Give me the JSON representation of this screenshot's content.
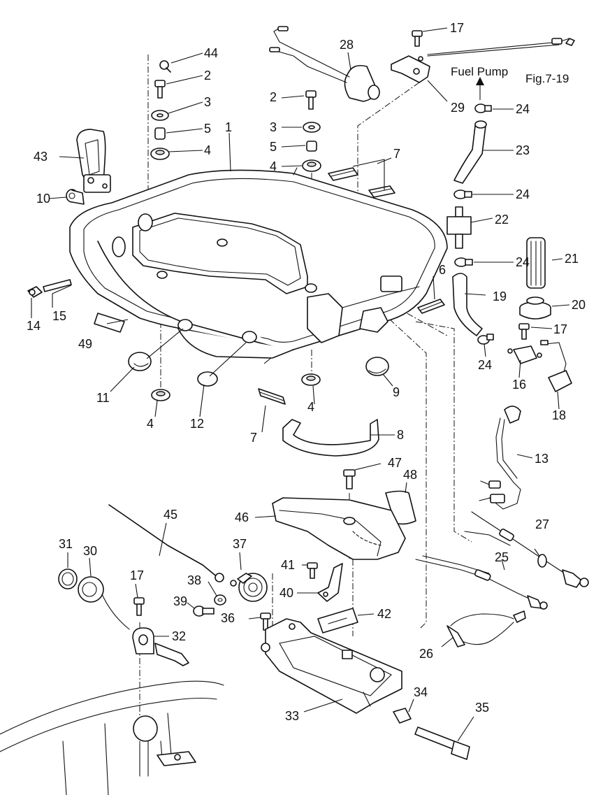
{
  "notes": {
    "fuel_pump": "Fuel Pump",
    "fig_ref": "Fig.7-19"
  },
  "callouts": [
    {
      "id": "c1",
      "text": "1"
    },
    {
      "id": "c2a",
      "text": "2"
    },
    {
      "id": "c2b",
      "text": "2"
    },
    {
      "id": "c3a",
      "text": "3"
    },
    {
      "id": "c3b",
      "text": "3"
    },
    {
      "id": "c4a",
      "text": "4"
    },
    {
      "id": "c4b",
      "text": "4"
    },
    {
      "id": "c4c",
      "text": "4"
    },
    {
      "id": "c4d",
      "text": "4"
    },
    {
      "id": "c5a",
      "text": "5"
    },
    {
      "id": "c5b",
      "text": "5"
    },
    {
      "id": "c6",
      "text": "6"
    },
    {
      "id": "c7a",
      "text": "7"
    },
    {
      "id": "c7b",
      "text": "7"
    },
    {
      "id": "c8",
      "text": "8"
    },
    {
      "id": "c9",
      "text": "9"
    },
    {
      "id": "c10",
      "text": "10"
    },
    {
      "id": "c11",
      "text": "11"
    },
    {
      "id": "c12",
      "text": "12"
    },
    {
      "id": "c13",
      "text": "13"
    },
    {
      "id": "c14",
      "text": "14"
    },
    {
      "id": "c15",
      "text": "15"
    },
    {
      "id": "c16",
      "text": "16"
    },
    {
      "id": "c17a",
      "text": "17"
    },
    {
      "id": "c17b",
      "text": "17"
    },
    {
      "id": "c17c",
      "text": "17"
    },
    {
      "id": "c18",
      "text": "18"
    },
    {
      "id": "c19",
      "text": "19"
    },
    {
      "id": "c20",
      "text": "20"
    },
    {
      "id": "c21",
      "text": "21"
    },
    {
      "id": "c22",
      "text": "22"
    },
    {
      "id": "c23",
      "text": "23"
    },
    {
      "id": "c24a",
      "text": "24"
    },
    {
      "id": "c24b",
      "text": "24"
    },
    {
      "id": "c24c",
      "text": "24"
    },
    {
      "id": "c24d",
      "text": "24"
    },
    {
      "id": "c25",
      "text": "25"
    },
    {
      "id": "c26",
      "text": "26"
    },
    {
      "id": "c27",
      "text": "27"
    },
    {
      "id": "c28",
      "text": "28"
    },
    {
      "id": "c29",
      "text": "29"
    },
    {
      "id": "c30",
      "text": "30"
    },
    {
      "id": "c31",
      "text": "31"
    },
    {
      "id": "c32",
      "text": "32"
    },
    {
      "id": "c33",
      "text": "33"
    },
    {
      "id": "c34",
      "text": "34"
    },
    {
      "id": "c35",
      "text": "35"
    },
    {
      "id": "c36",
      "text": "36"
    },
    {
      "id": "c37",
      "text": "37"
    },
    {
      "id": "c38",
      "text": "38"
    },
    {
      "id": "c39",
      "text": "39"
    },
    {
      "id": "c40",
      "text": "40"
    },
    {
      "id": "c41",
      "text": "41"
    },
    {
      "id": "c42",
      "text": "42"
    },
    {
      "id": "c43",
      "text": "43"
    },
    {
      "id": "c44",
      "text": "44"
    },
    {
      "id": "c45",
      "text": "45"
    },
    {
      "id": "c46",
      "text": "46"
    },
    {
      "id": "c47",
      "text": "47"
    },
    {
      "id": "c48",
      "text": "48"
    },
    {
      "id": "c49",
      "text": "49"
    }
  ]
}
